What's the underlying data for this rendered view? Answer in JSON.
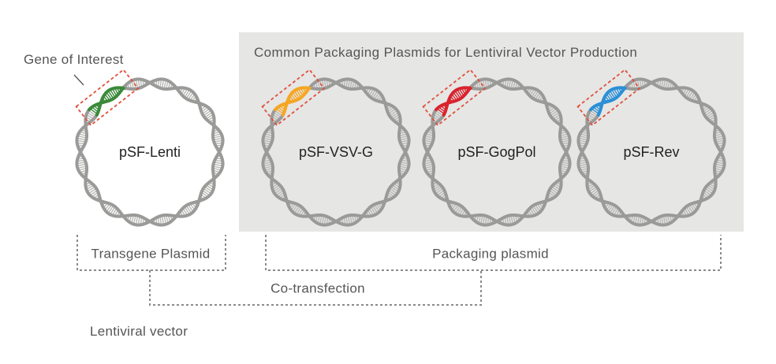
{
  "gene_label": "Gene of Interest",
  "panel_title": "Common Packaging Plasmids for Lentiviral Vector Production",
  "plasmids": [
    {
      "name": "pSF-Lenti",
      "insert_color": "#3a8a3a"
    },
    {
      "name": "pSF-VSV-G",
      "insert_color": "#f5a623"
    },
    {
      "name": "pSF-GogPol",
      "insert_color": "#d9232d"
    },
    {
      "name": "pSF-Rev",
      "insert_color": "#2b8fd6"
    }
  ],
  "brackets": {
    "transgene": "Transgene Plasmid",
    "packaging": "Packaging plasmid",
    "cotransfection": "Co-transfection",
    "result": "Lentiviral vector"
  },
  "colors": {
    "panel_bg": "#e6e6e5",
    "dna": "#9a9a98",
    "dna_rung": "#b8b8b6",
    "highlight_box": "#e0503a",
    "bracket_line": "#8a8a8a"
  }
}
